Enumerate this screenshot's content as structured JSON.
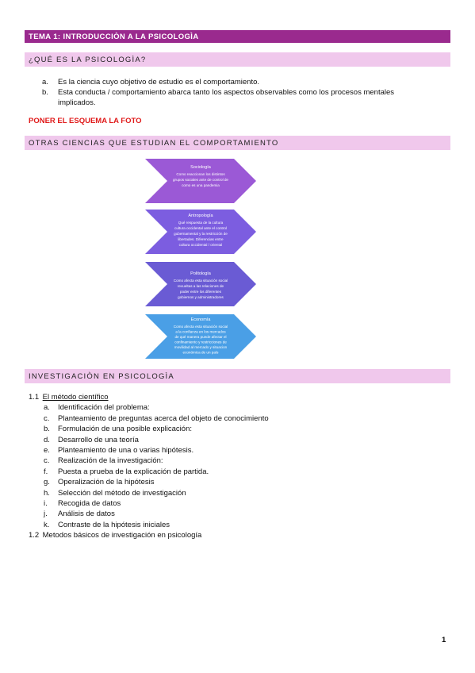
{
  "header": {
    "title": "TEMA 1: INTRODUCCIÒN A LA PSICOLOGÌA"
  },
  "section1": {
    "title": "¿QUÉ ES LA PSICOLOGÌA?",
    "items": [
      {
        "marker": "a.",
        "text": "Es la ciencia cuyo objetivo de estudio es el comportamiento."
      },
      {
        "marker": "b.",
        "text": "Esta conducta / comportamiento abarca tanto los aspectos observables como los procesos mentales implicados."
      }
    ]
  },
  "note": "PONER EL ESQUEMA LA FOTO",
  "section2": {
    "title": "OTRAS CIENCIAS QUE ESTUDIAN EL COMPORTAMIENTO",
    "chevrons": [
      {
        "title": "Sociología",
        "lines": [
          "Como reaccionan los distintos",
          "grupos sociales ante de control de",
          "como es una pandemia"
        ],
        "color": "#9b59d6"
      },
      {
        "title": "Antropología",
        "lines": [
          "Qué respuesta de la cultura",
          "cultura occidental ante el control",
          "gubernamental y la restricción de",
          "libertades. Diferencias entre",
          "cultura occidental / oriental"
        ],
        "color": "#7c5de0"
      },
      {
        "title": "Politología",
        "lines": [
          "Como afecta esta situación social",
          "revueltas a las relaciones de",
          "poder entre los diferentes",
          "gobiernos y administradores"
        ],
        "color": "#6a5bd4"
      },
      {
        "title": "Economía",
        "lines": [
          "Como afecta esta situación social",
          "a la confianza en los mercados",
          "de qué manera puede afectar el",
          "confinamiento y restricciones de",
          "movilidad al mercado y situacion",
          "económica de un país"
        ],
        "color": "#4a9fe6"
      }
    ]
  },
  "section3": {
    "title": "INVESTIGACIÒN EN PSICOLOGÌA",
    "sub1": {
      "number": "1.1",
      "title": "El método científico",
      "items": [
        {
          "marker": "a.",
          "text": "Identificación del problema:"
        },
        {
          "marker": "c.",
          "text": "Planteamiento de preguntas acerca del objeto de conocimiento"
        },
        {
          "marker": "b.",
          "text": "Formulación de una posible explicación:"
        },
        {
          "marker": "d.",
          "text": "Desarrollo de una teoría"
        },
        {
          "marker": "e.",
          "text": "Planteamiento de una o varias hipótesis."
        },
        {
          "marker": "c.",
          "text": "Realización de la investigación:"
        },
        {
          "marker": "f.",
          "text": "Puesta a prueba de la explicación de partida."
        },
        {
          "marker": "g.",
          "text": "Operalización de la hipótesis"
        },
        {
          "marker": "h.",
          "text": "Selección del método de investigación"
        },
        {
          "marker": "i.",
          "text": "Recogida de datos"
        },
        {
          "marker": "j.",
          "text": "Análisis de datos"
        },
        {
          "marker": "k.",
          "text": "Contraste de la hipótesis iniciales"
        }
      ]
    },
    "sub2": {
      "number": "1.2",
      "title": "Metodos básicos de investigación en psicología"
    }
  },
  "page_number": "1"
}
